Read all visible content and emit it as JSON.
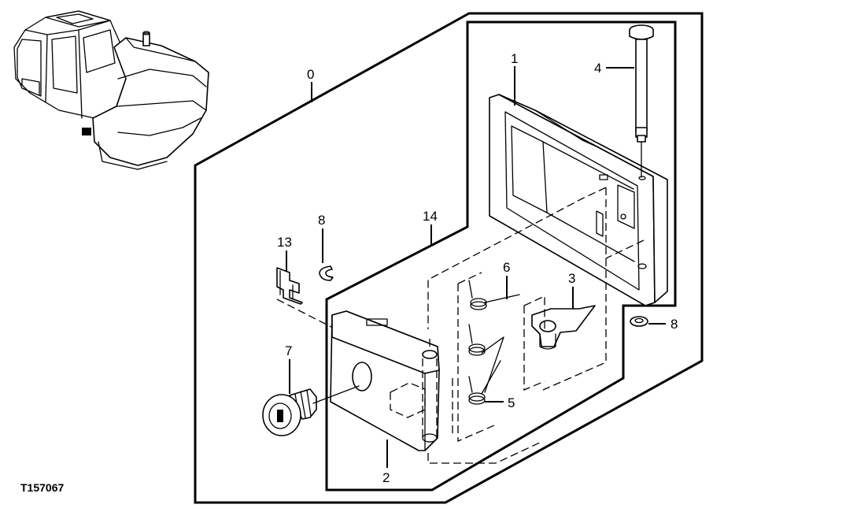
{
  "figure_id": "T157067",
  "callouts": {
    "c0": "0",
    "c1": "1",
    "c2": "2",
    "c3": "3",
    "c4": "4",
    "c5": "5",
    "c6": "6",
    "c7": "7",
    "c8a": "8",
    "c8b": "8",
    "c13": "13",
    "c14": "14"
  },
  "icons": {
    "machine": "excavator-cab-icon",
    "handle": "handle-bracket-icon",
    "bracket": "lock-bracket-icon",
    "cylinder": "key-cylinder-icon",
    "pin": "pin-icon"
  }
}
